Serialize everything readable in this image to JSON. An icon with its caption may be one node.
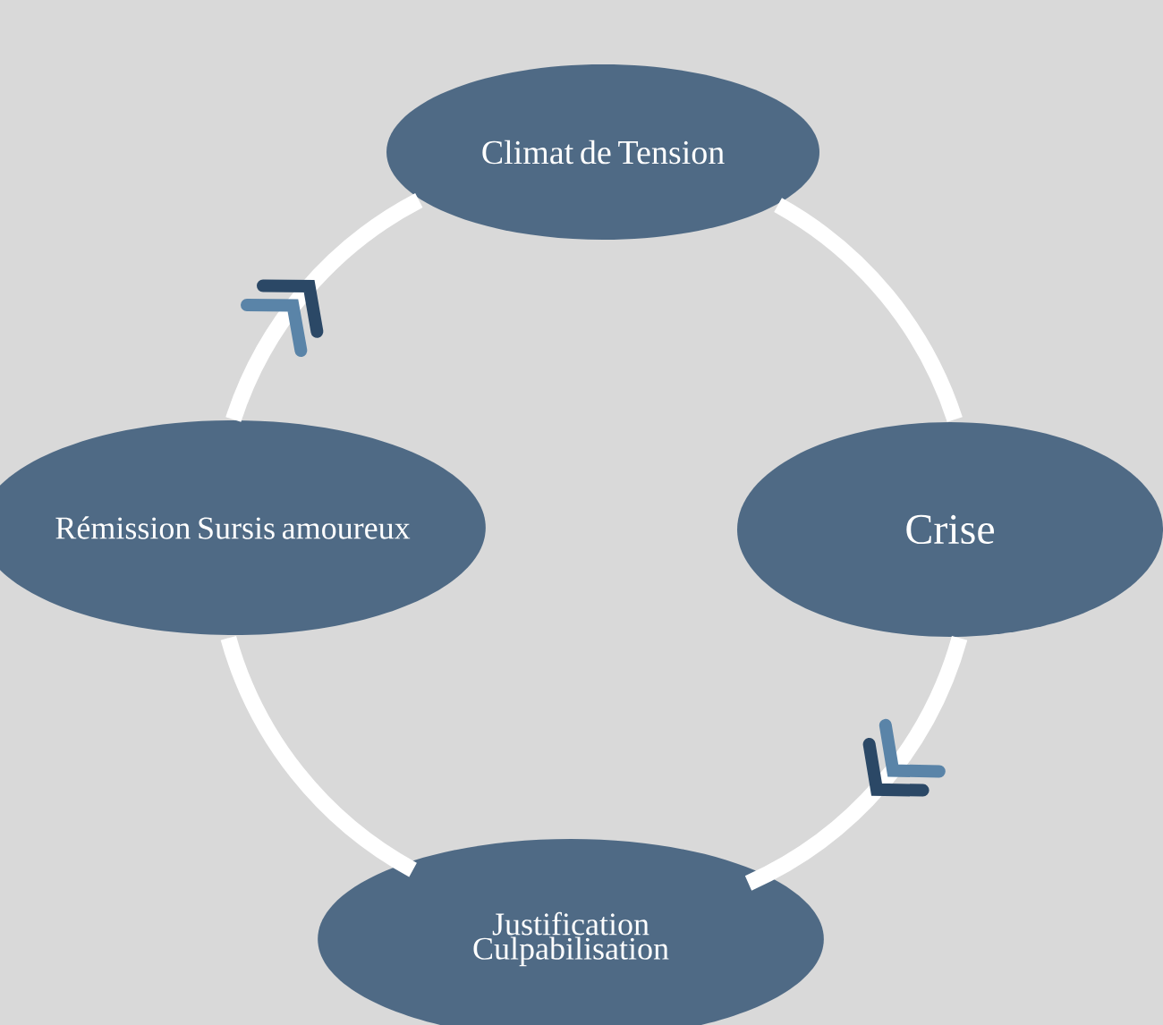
{
  "diagram": {
    "nodes": [
      {
        "text": [
          "Climat de Tension"
        ]
      },
      {
        "text": [
          "Rémission Sursis amoureux"
        ]
      },
      {
        "text": [
          "Crise"
        ]
      },
      {
        "text": [
          "Justification Culpabilisation"
        ]
      }
    ],
    "edges": [
      {
        "from": 0,
        "to": 2,
        "arrow": "none"
      },
      {
        "from": 2,
        "to": 3,
        "arrow": "to"
      },
      {
        "from": 3,
        "to": 1,
        "arrow": "none"
      },
      {
        "from": 1,
        "to": 0,
        "arrow": "to"
      }
    ]
  }
}
